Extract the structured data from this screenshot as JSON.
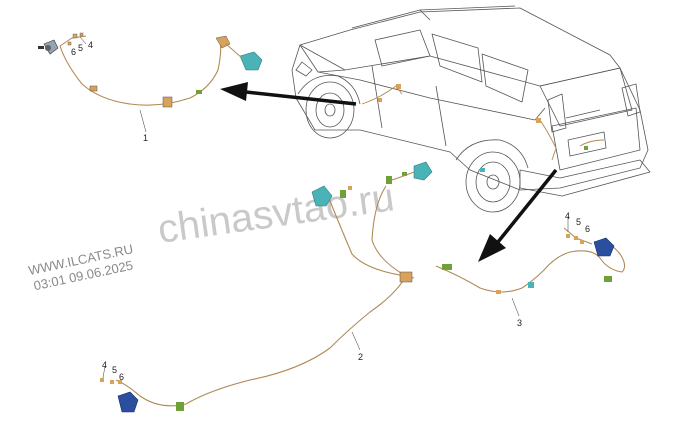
{
  "watermark": {
    "site": "WWW.ILCATS.RU",
    "timestamp": "03:01 09.06.2025",
    "background_text": "chinasvtao.ru"
  },
  "callouts": {
    "harness_1": "1",
    "harness_2": "2",
    "harness_3": "3",
    "connector_4_top": "4",
    "connector_5_top": "5",
    "connector_6_top": "6",
    "connector_4_right": "4",
    "connector_5_right": "5",
    "connector_6_right": "6",
    "connector_4_bottom": "4",
    "connector_5_bottom": "5",
    "connector_6_bottom": "6"
  },
  "colors": {
    "wire": "#b08a55",
    "sensor_teal": "#49b3b8",
    "sensor_blue": "#2a4f9e",
    "clip_green": "#6fa13a",
    "connector_tan": "#d8a25a",
    "arrow": "#111111",
    "vehicle_outline": "#555555"
  }
}
